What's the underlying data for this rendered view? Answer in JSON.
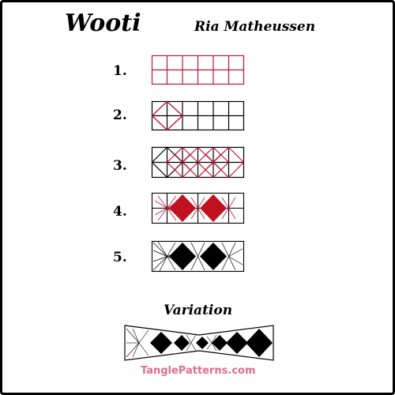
{
  "header": {
    "title": "Wooti",
    "author": "Ria Matheussen"
  },
  "steps": [
    {
      "label": "1."
    },
    {
      "label": "2."
    },
    {
      "label": "3."
    },
    {
      "label": "4."
    },
    {
      "label": "5."
    }
  ],
  "variation": {
    "label": "Variation"
  },
  "footer": {
    "site": "TanglePatterns.com"
  },
  "colors": {
    "step_line_red": "#c0173a",
    "fill_red": "#c0111f",
    "ink": "#000000",
    "watermark": "#e06d8b"
  }
}
